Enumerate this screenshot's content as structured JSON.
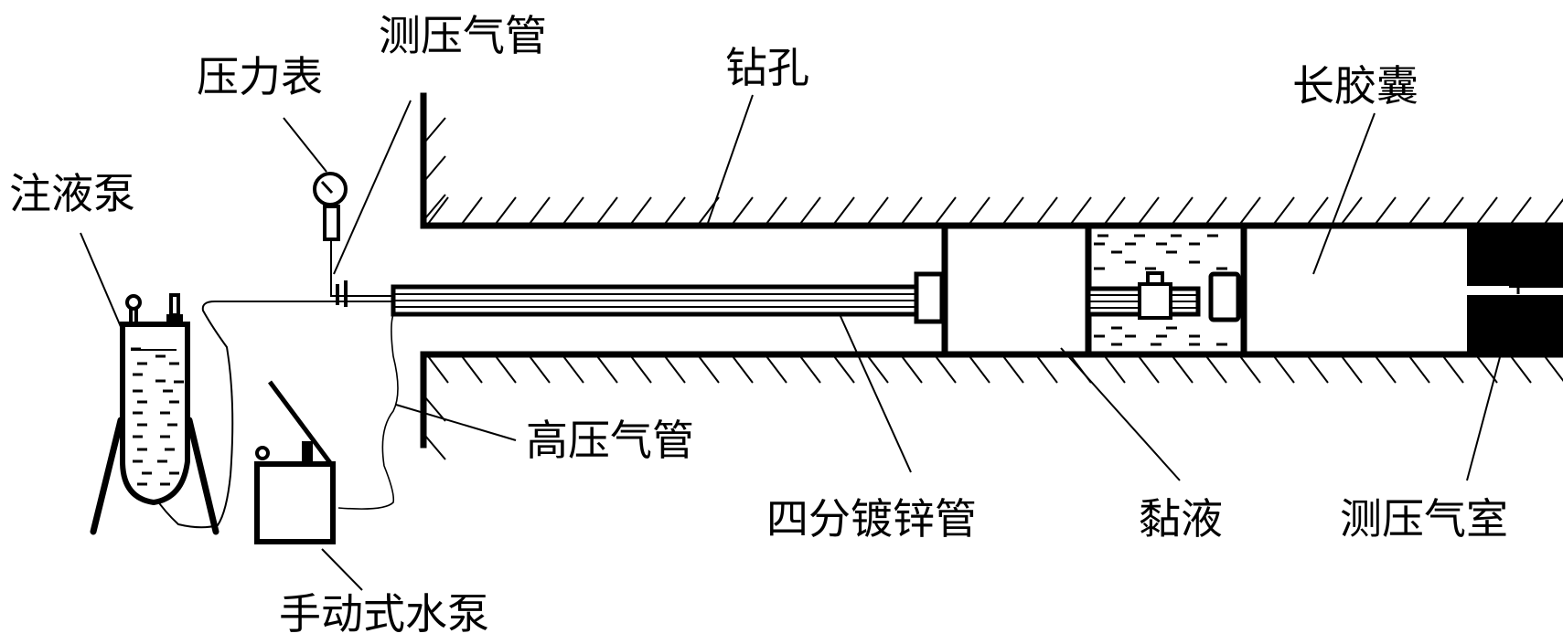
{
  "title": "钻孔测压装置示意图",
  "colors": {
    "ink": "#000000",
    "background": "#ffffff"
  },
  "labels": {
    "pressure_gauge": "压力表",
    "pressure_air_tube": "测压气管",
    "borehole": "钻孔",
    "long_capsule": "长胶囊",
    "injection_pump": "注液泵",
    "high_pressure_air_tube": "高压气管",
    "galvanized_pipe": "四分镀锌管",
    "viscous_liquid": "黏液",
    "pressure_chamber": "测压气室",
    "manual_water_pump": "手动式水泵"
  }
}
